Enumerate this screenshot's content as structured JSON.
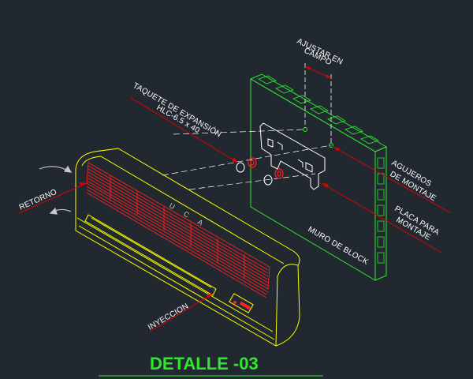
{
  "title": "DETALLE -03",
  "labels": {
    "ajustar_line1": "AJUSTAR EN",
    "ajustar_line2": "CAMPO",
    "taquete_line1": "TAQUETE DE EXPANSIÓN",
    "taquete_line2": "HLC-6.5 x 40",
    "agujeros_line1": "AGUJEROS",
    "agujeros_line2": "DE MONTAJE",
    "placa_line1": "PLACA PARA",
    "placa_line2": "MONTAJE",
    "muro": "MURO DE BLOCK",
    "retorno": "RETORNO",
    "inyeccion": "INYECCION",
    "unit_logo": "U C A"
  },
  "colors": {
    "background": "#212830",
    "unit_outline": "#ffff00",
    "wall_outline": "#2ee82e",
    "grille": "#ff2020",
    "leader": "#e00000",
    "plate": "#ffffff",
    "title": "#2ee82e"
  }
}
